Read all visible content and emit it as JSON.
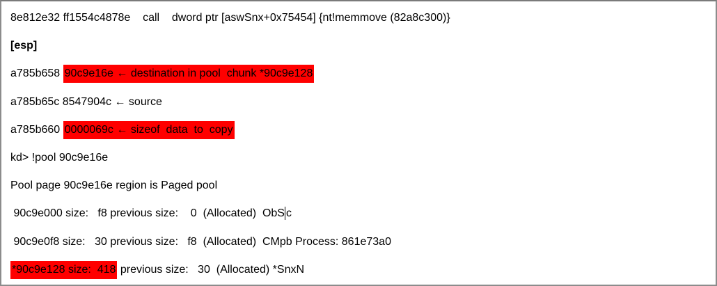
{
  "colors": {
    "highlight": "#ff0000",
    "text": "#000000",
    "frame_border": "#8c8c8c",
    "background": "#ffffff"
  },
  "document": {
    "kind": "windbg-transcript",
    "lines": [
      {
        "name": "call-instruction-line",
        "segments": [
          {
            "text": "8e812e32 ff1554c4878e    call    dword ptr [aswSnx+0x75454] {nt!memmove (82a8c300)}"
          }
        ]
      },
      {
        "name": "esp-label-line",
        "segments": [
          {
            "text": "[esp]",
            "bold": true
          }
        ]
      },
      {
        "name": "stack-destination-line",
        "segments": [
          {
            "text": "a785b658 "
          },
          {
            "text": "90c9e16e ← destination in pool  chunk *90c9e128",
            "highlight": true
          }
        ]
      },
      {
        "name": "stack-source-line",
        "segments": [
          {
            "text": "a785b65c 8547904c ← source"
          }
        ]
      },
      {
        "name": "stack-size-line",
        "segments": [
          {
            "text": "a785b660 "
          },
          {
            "text": "0000069c ← sizeof  data  to  copy",
            "highlight": true
          }
        ]
      },
      {
        "name": "kd-pool-command-line",
        "segments": [
          {
            "text": "kd> !pool 90c9e16e"
          }
        ]
      },
      {
        "name": "pool-page-info-line",
        "segments": [
          {
            "text": "Pool page 90c9e16e region is Paged pool"
          }
        ]
      },
      {
        "name": "pool-chunk-obsc-line",
        "segments": [
          {
            "text": " 90c9e000 size:   f8 previous size:    0  (Allocated)  ObS"
          },
          {
            "caret": true
          },
          {
            "text": "c"
          }
        ]
      },
      {
        "name": "pool-chunk-cmpb-line",
        "segments": [
          {
            "text": " 90c9e0f8 size:   30 previous size:   f8  (Allocated)  CMpb Process: 861e73a0"
          }
        ]
      },
      {
        "name": "pool-chunk-snxn-line",
        "segments": [
          {
            "text": "*90c9e128 size:  418",
            "highlight": true
          },
          {
            "text": " previous size:   30  (Allocated) *SnxN"
          }
        ]
      }
    ]
  }
}
